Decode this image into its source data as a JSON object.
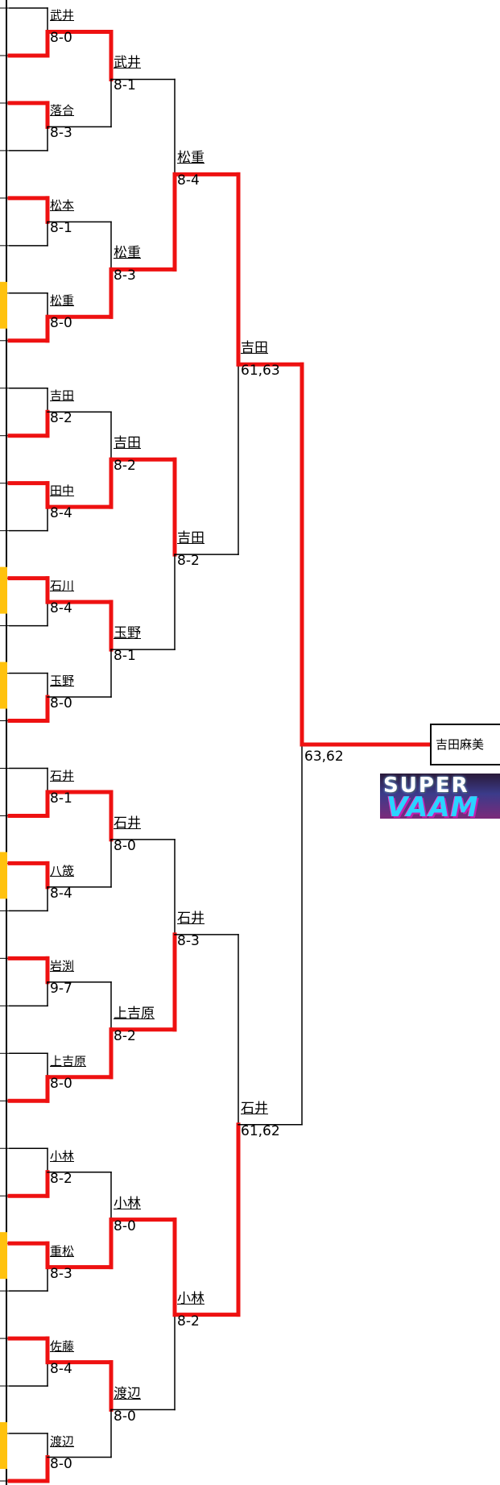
{
  "rounds": [
    [
      {
        "name": "武井",
        "score": "8-0"
      },
      {
        "name": "落合",
        "score": "8-3"
      },
      {
        "name": "松本",
        "score": "8-1"
      },
      {
        "name": "松重",
        "score": "8-0"
      },
      {
        "name": "吉田",
        "score": "8-2"
      },
      {
        "name": "田中",
        "score": "8-4"
      },
      {
        "name": "石川",
        "score": "8-4"
      },
      {
        "name": "玉野",
        "score": "8-0"
      },
      {
        "name": "石井",
        "score": "8-1"
      },
      {
        "name": "八筬",
        "score": "8-4"
      },
      {
        "name": "岩渕",
        "score": "9-7"
      },
      {
        "name": "上吉原",
        "score": "8-0"
      },
      {
        "name": "小林",
        "score": "8-2"
      },
      {
        "name": "重松",
        "score": "8-3"
      },
      {
        "name": "佐藤",
        "score": "8-4"
      },
      {
        "name": "渡辺",
        "score": "8-0"
      }
    ],
    [
      {
        "name": "武井",
        "score": "8-1"
      },
      {
        "name": "松重",
        "score": "8-3"
      },
      {
        "name": "吉田",
        "score": "8-2"
      },
      {
        "name": "玉野",
        "score": "8-1"
      },
      {
        "name": "石井",
        "score": "8-0"
      },
      {
        "name": "上吉原",
        "score": "8-2"
      },
      {
        "name": "小林",
        "score": "8-0"
      },
      {
        "name": "渡辺",
        "score": "8-0"
      }
    ],
    [
      {
        "name": "松重",
        "score": "8-4"
      },
      {
        "name": "吉田",
        "score": "8-2"
      },
      {
        "name": "石井",
        "score": "8-3"
      },
      {
        "name": "小林",
        "score": "8-2"
      }
    ],
    [
      {
        "name": "吉田",
        "score": "61,63"
      },
      {
        "name": "石井",
        "score": "61,62"
      }
    ]
  ],
  "final": {
    "score": "63,62"
  },
  "champion": {
    "name": "吉田麻美"
  },
  "logo": {
    "line1": "SUPER",
    "line2": "VAAM"
  },
  "colors": {
    "win_line": "#ee1111",
    "loss_line": "#000000",
    "seed_mark": "#ffc20e"
  }
}
